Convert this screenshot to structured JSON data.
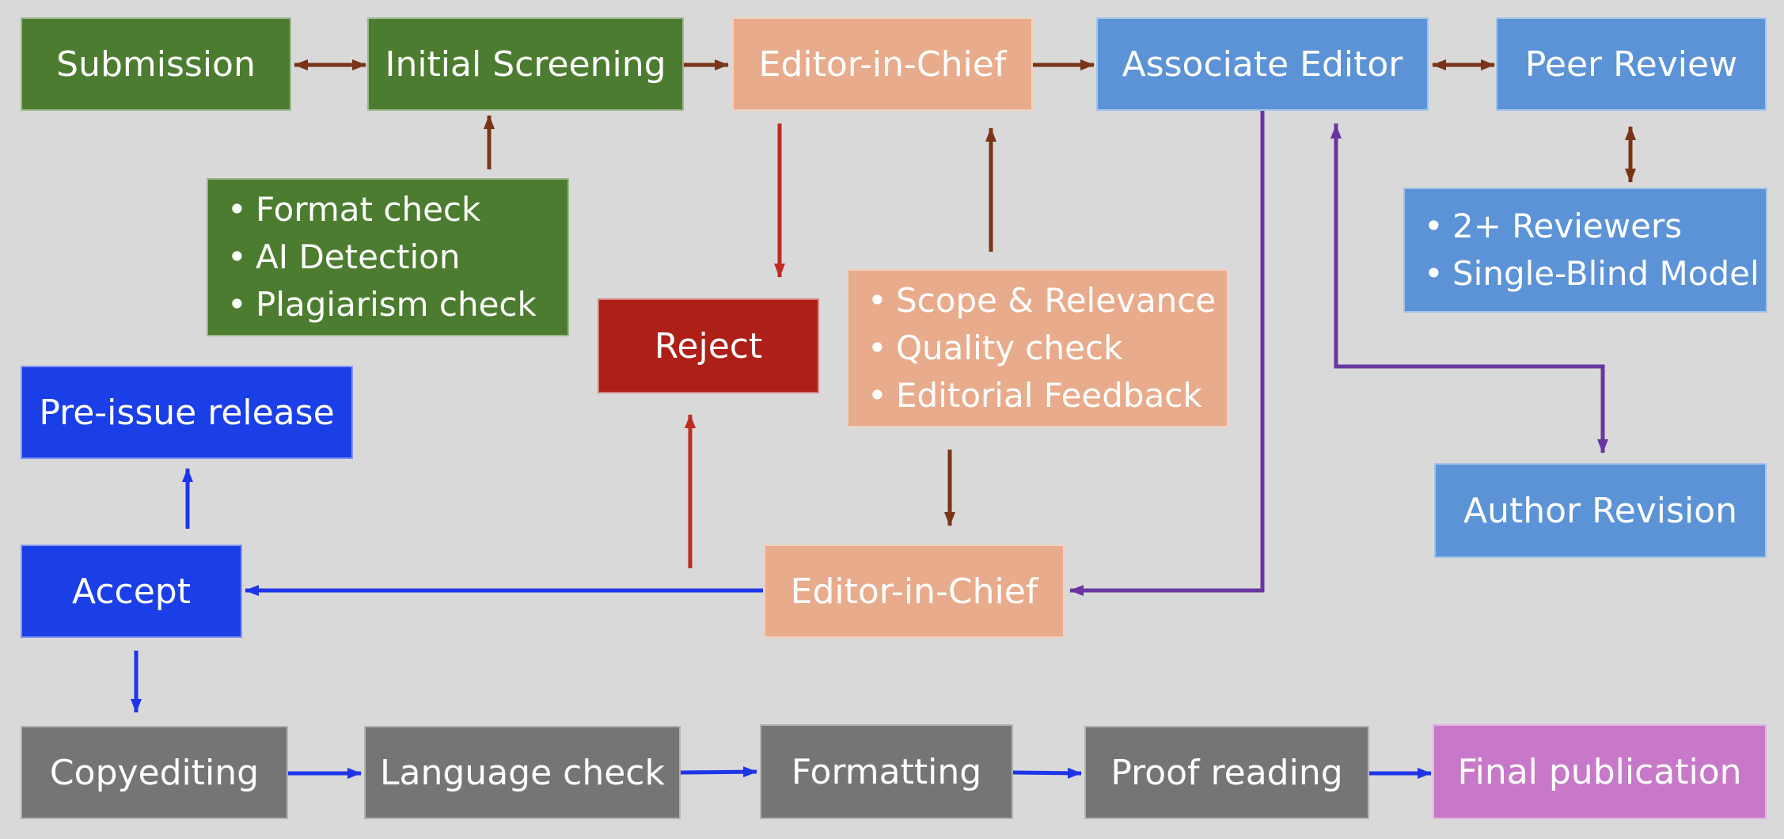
{
  "nodes": {
    "submission": "Submission",
    "initial_screening": "Initial Screening",
    "editor_in_chief_top": "Editor-in-Chief",
    "associate_editor": "Associate Editor",
    "peer_review": "Peer Review",
    "reject": "Reject",
    "pre_issue_release": "Pre-issue release",
    "accept": "Accept",
    "editor_in_chief_bottom": "Editor-in-Chief",
    "author_revision": "Author Revision",
    "copyediting": "Copyediting",
    "language_check": "Language check",
    "formatting": "Formatting",
    "proof_reading": "Proof reading",
    "final_publication": "Final publication"
  },
  "screening_checks": [
    "Format check",
    "AI Detection",
    "Plagiarism check"
  ],
  "editorial_checks": [
    "Scope & Relevance",
    "Quality check",
    "Editorial Feedback"
  ],
  "review_details": [
    "2+ Reviewers",
    "Single-Blind Model"
  ],
  "colors": {
    "background": "#d9d9d9",
    "submission_stage": "#4c7c2f",
    "editor_stage": "#e8ab8b",
    "review_stage": "#5b93d6",
    "reject": "#ad1f17",
    "accept": "#1a3fe6",
    "production_stage": "#757575",
    "final_publication": "#c878c8",
    "arrow_brown": "#7a3418",
    "arrow_red": "#bf2a22",
    "arrow_blue": "#1f35e8",
    "arrow_purple": "#6a35a0"
  }
}
